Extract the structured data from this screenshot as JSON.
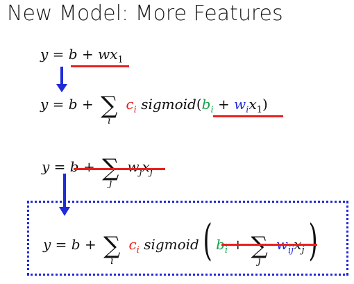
{
  "title": "New Model: More Features",
  "colors": {
    "red": "#e8211d",
    "green": "#1aa24a",
    "blue": "#1f2ad8",
    "arrow": "#1f2ad8"
  },
  "eq1": {
    "y": "y",
    "eq": "=",
    "b": "b",
    "plus": "+",
    "w": "w",
    "x": "x",
    "x_sub": "1"
  },
  "eq2": {
    "y": "y",
    "eq": "=",
    "b": "b",
    "plus": "+",
    "sum_index": "i",
    "c": "c",
    "c_sub": "i",
    "func": "sigmoid",
    "lparen": "(",
    "b_i": "b",
    "b_i_sub": "i",
    "plus2": "+",
    "w_i": "w",
    "w_i_sub": "i",
    "x": "x",
    "x_sub": "1",
    "rparen": ")"
  },
  "eq3": {
    "y": "y",
    "eq": "=",
    "b": "b",
    "plus": "+",
    "sum_index": "j",
    "w": "w",
    "w_sub": "j",
    "x": "x",
    "x_sub": "j"
  },
  "eq4": {
    "y": "y",
    "eq": "=",
    "b": "b",
    "plus": "+",
    "sum_index": "i",
    "c": "c",
    "c_sub": "i",
    "func": "sigmoid",
    "lparen": "(",
    "b_i": "b",
    "b_i_sub": "i",
    "plus2": "+",
    "sum_index2": "j",
    "w_ij": "w",
    "w_ij_sub": "ij",
    "x": "x",
    "x_sub": "j",
    "rparen": ")"
  }
}
